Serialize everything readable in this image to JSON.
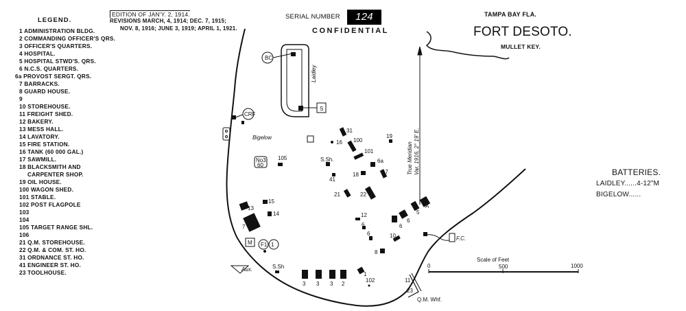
{
  "legend": {
    "title": "LEGEND.",
    "items": [
      "1 ADMINISTRATION BLDG.",
      "2 COMMANDING OFFICER'S QRS.",
      "3 OFFICER'S QUARTERS.",
      "4 HOSPITAL.",
      "5 HOSPITAL STWD'S. QRS.",
      "6 N.C.S. QUARTERS.",
      "6a PROVOST SERGT. QRS.",
      "7 BARRACKS.",
      "8 GUARD HOUSE.",
      "9",
      "10 STOREHOUSE.",
      "11 FREIGHT SHED.",
      "12 BAKERY.",
      "13 MESS HALL.",
      "14 LAVATORY.",
      "15 FIRE STATION.",
      "16 TANK (60 000 GAL.)",
      "17 SAWMILL.",
      "18 BLACKSMITH AND",
      "CARPENTER SHOP.",
      "19 OIL HOUSE.",
      "100 WAGON SHED.",
      "101 STABLE.",
      "102 POST FLAGPOLE",
      "103",
      "104",
      "105 TARGET RANGE SHL.",
      "106",
      "21 Q.M. STOREHOUSE.",
      "22 Q.M. & COM. ST. HO.",
      "31 ORDNANCE ST. HO.",
      "41 ENGINEER ST. HO.",
      "23 TOOLHOUSE."
    ]
  },
  "edition": {
    "line1": "EDITION OF JAN'Y. 2, 1914.",
    "line2": "REVISIONS MARCH, 4, 1914; DEC. 7, 1915;",
    "line3": "NOV. 8, 1916; JUNE 3, 1919; APRIL 1, 1921."
  },
  "serial": {
    "label": "SERIAL NUMBER",
    "number": "124",
    "classification": "CONFIDENTIAL"
  },
  "title": {
    "location": "TAMPA BAY FLA.",
    "name": "FORT DESOTO.",
    "subtitle": "MULLET KEY."
  },
  "batteries": {
    "title": "BATTERIES.",
    "rows": [
      "LAIDLEY......4-12\"M",
      "BIGELOW......"
    ]
  },
  "scale": {
    "title": "Scale of Feet",
    "ticks": [
      "0",
      "500",
      "1000"
    ]
  },
  "meridian": {
    "line1": "True Meridian",
    "line2": "Var. 1916, 2° 19' E."
  },
  "map_labels": {
    "laidley": "Laidley",
    "bigelow": "Bigelow",
    "bc": "BC",
    "s": "S",
    "crf": "CRF",
    "no3": "No3",
    "sixty": "60",
    "ssh": "S.Sh.",
    "ssh2": "S.Sh",
    "fc": "F.C.",
    "m": "M",
    "f1": "F1",
    "b1": "1",
    "aux": "Aux.",
    "qmwhf": "Q.M. Whf.",
    "b31": "31",
    "b16": "16",
    "b100": "100",
    "b101": "101",
    "b6a": "6a",
    "b19": "19",
    "b105": "105",
    "b17": "17",
    "b18": "18",
    "b41": "41",
    "b21": "21",
    "b22": "22",
    "b13": "13",
    "b15": "15",
    "b14": "14",
    "b7": "7",
    "b12": "12",
    "b6": "6",
    "b10": "10",
    "b8": "8",
    "b5": "5",
    "bA": "A",
    "b3": "3",
    "b2": "2",
    "b102": "102",
    "b11": "11",
    "b23": "23"
  }
}
